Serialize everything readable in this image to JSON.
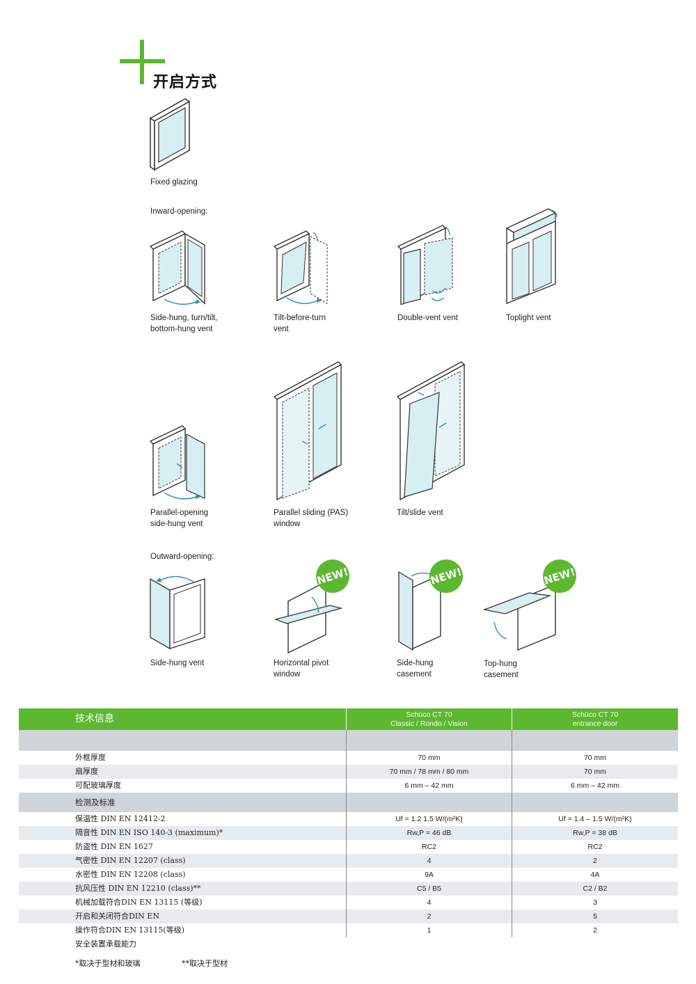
{
  "page": {
    "title": "开启方式"
  },
  "fixed": {
    "label": "Fixed glazing"
  },
  "inward": {
    "heading": "Inward-opening:",
    "items": [
      {
        "label": "Side-hung, turn/tilt,\nbottom-hung vent"
      },
      {
        "label": "Tilt-before-turn\nvent"
      },
      {
        "label": "Double-vent vent"
      },
      {
        "label": "Toplight vent"
      },
      {
        "label": "Parallel-opening\nside-hung vent"
      },
      {
        "label": "Parallel sliding (PAS)\nwindow"
      },
      {
        "label": "Tilt/slide vent"
      }
    ]
  },
  "outward": {
    "heading": "Outward-opening:",
    "new_badge": "NEW!",
    "items": [
      {
        "label": "Side-hung vent"
      },
      {
        "label": "Horizontal pivot\nwindow"
      },
      {
        "label": "Side-hung\ncasement"
      },
      {
        "label": "Top-hung\ncasement"
      }
    ]
  },
  "table": {
    "header": {
      "col1": "技术信息",
      "col2_line1": "Schüco CT 70",
      "col2_line2": "Classic / Rondo / Vision",
      "col3_line1": "Schüco CT 70",
      "col3_line2": "entrance door"
    },
    "dims": [
      {
        "label": "外框厚度",
        "v1": "70 mm",
        "v2": "70 mm"
      },
      {
        "label": "扇厚度",
        "v1": "70 mm / 78 mm / 80 mm",
        "v2": "70 mm"
      },
      {
        "label": "可配玻璃厚度",
        "v1": "6 mm – 42 mm",
        "v2": "6 mm – 42 mm"
      }
    ],
    "standards_heading": "检测及标准",
    "standards": [
      {
        "label": "保温性 DIN EN 12412-2",
        "v1": "Uf = 1.2 1.5 W/(m²K)",
        "v2": "Uf = 1.4 – 1.5 W/(m²K)"
      },
      {
        "label": "隔音性 DIN EN ISO 140-3 (maximum)*",
        "v1": "Rw,P = 46 dB",
        "v2": "Rw,P = 38 dB"
      },
      {
        "label": "防盗性 DIN EN 1627",
        "v1": "RC2",
        "v2": "RC2"
      },
      {
        "label": "气密性 DIN EN 12207 (class)",
        "v1": "4",
        "v2": "2"
      },
      {
        "label": "水密性 DIN EN 12208 (class)",
        "v1": "9A",
        "v2": "4A"
      },
      {
        "label": "抗风压性 DIN EN 12210 (class)**",
        "v1": "C5 / B5",
        "v2": "C2 / B2"
      },
      {
        "label": "机械加载符合DIN EN 13115 (等级)",
        "v1": "4",
        "v2": "3"
      },
      {
        "label": "开启和关闭符合DIN EN",
        "v1": "2",
        "v2": "5"
      },
      {
        "label": "操作符合DIN EN 13115(等级)",
        "v1": "1",
        "v2": "2"
      },
      {
        "label": "安全装置承载能力",
        "v1": "",
        "v2": ""
      }
    ]
  },
  "notes": {
    "note1": "*取决于型材和玻璃",
    "note2": "**取决于型材"
  }
}
